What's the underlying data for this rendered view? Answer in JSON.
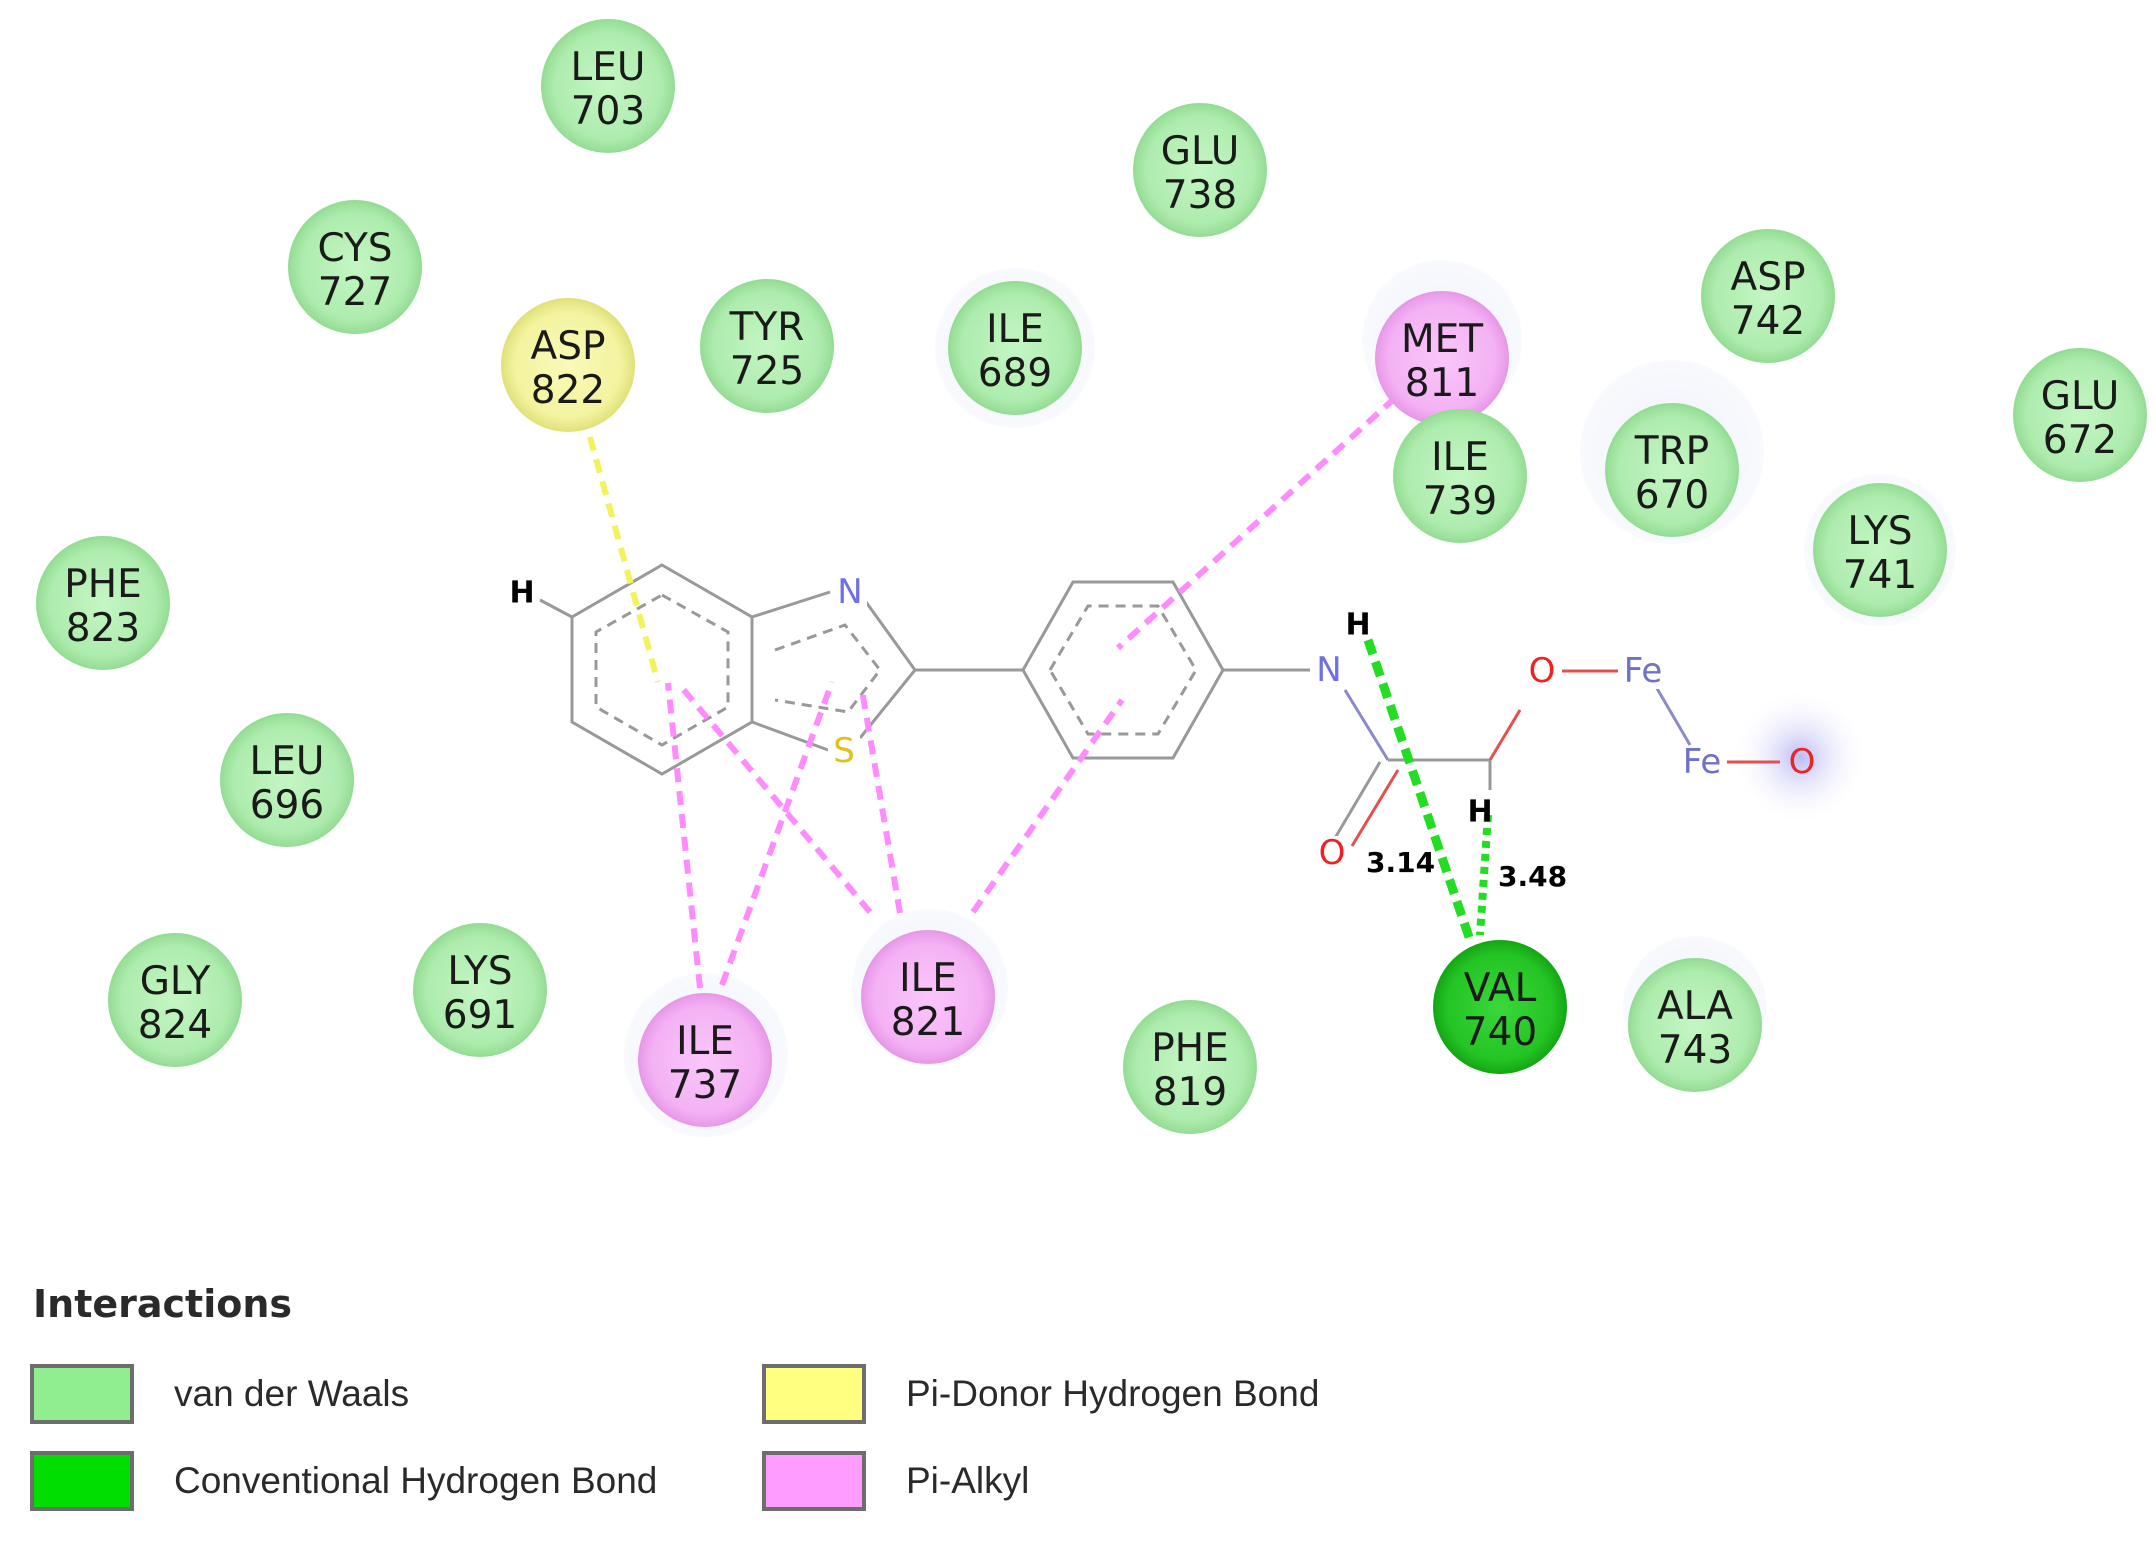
{
  "residues": [
    {
      "id": "leu703",
      "name": "LEU",
      "num": "703",
      "type": "vdw"
    },
    {
      "id": "glu738",
      "name": "GLU",
      "num": "738",
      "type": "vdw"
    },
    {
      "id": "cys727",
      "name": "CYS",
      "num": "727",
      "type": "vdw"
    },
    {
      "id": "asp822",
      "name": "ASP",
      "num": "822",
      "type": "pidonor"
    },
    {
      "id": "tyr725",
      "name": "TYR",
      "num": "725",
      "type": "vdw"
    },
    {
      "id": "ile689",
      "name": "ILE",
      "num": "689",
      "type": "vdw"
    },
    {
      "id": "met811",
      "name": "MET",
      "num": "811",
      "type": "pialkyl"
    },
    {
      "id": "asp742",
      "name": "ASP",
      "num": "742",
      "type": "vdw"
    },
    {
      "id": "glu672",
      "name": "GLU",
      "num": "672",
      "type": "vdw"
    },
    {
      "id": "ile739",
      "name": "ILE",
      "num": "739",
      "type": "vdw"
    },
    {
      "id": "trp670",
      "name": "TRP",
      "num": "670",
      "type": "vdw"
    },
    {
      "id": "lys741",
      "name": "LYS",
      "num": "741",
      "type": "vdw"
    },
    {
      "id": "phe823",
      "name": "PHE",
      "num": "823",
      "type": "vdw"
    },
    {
      "id": "leu696",
      "name": "LEU",
      "num": "696",
      "type": "vdw"
    },
    {
      "id": "gly824",
      "name": "GLY",
      "num": "824",
      "type": "vdw"
    },
    {
      "id": "lys691",
      "name": "LYS",
      "num": "691",
      "type": "vdw"
    },
    {
      "id": "ile737",
      "name": "ILE",
      "num": "737",
      "type": "pialkyl"
    },
    {
      "id": "ile821",
      "name": "ILE",
      "num": "821",
      "type": "pialkyl"
    },
    {
      "id": "phe819",
      "name": "PHE",
      "num": "819",
      "type": "vdw"
    },
    {
      "id": "val740",
      "name": "VAL",
      "num": "740",
      "type": "hbond"
    },
    {
      "id": "ala743",
      "name": "ALA",
      "num": "743",
      "type": "vdw"
    }
  ],
  "atoms": {
    "n_thiazole": "N",
    "s_thiazole": "S",
    "n_amide": "N",
    "o_carbonyl": "O",
    "o_ether": "O",
    "fe1": "Fe",
    "fe2": "Fe",
    "o_terminal": "O",
    "h_ring": "H",
    "h_amide": "H",
    "h_alpha": "H"
  },
  "distances": {
    "d1": "3.14",
    "d2": "3.48"
  },
  "legend": {
    "title": "Interactions",
    "items": [
      {
        "label": "van der Waals",
        "color": "#90ee90"
      },
      {
        "label": "Pi-Donor Hydrogen Bond",
        "color": "#ffff80"
      },
      {
        "label": "Conventional Hydrogen Bond",
        "color": "#00dd00"
      },
      {
        "label": "Pi-Alkyl",
        "color": "#ff9cff"
      }
    ]
  },
  "colors": {
    "vdw_fill": "#b6f0b6",
    "vdw_edge": "#94dd94",
    "hbond_fill": "#22cc22",
    "hbond_edge": "#11aa11",
    "pialkyl_fill": "#f7b8f7",
    "pialkyl_edge": "#e898e8",
    "pidonor_fill": "#f6f6a6",
    "pidonor_edge": "#e2e27a",
    "pialkyl_line": "#ff8cff",
    "pidonor_line": "#f2f25a",
    "hbond_line": "#22dd22",
    "bond": "#999999",
    "nitrogen": "#6f6fe6",
    "oxygen": "#ee2222",
    "iron": "#7070c8",
    "sulfur": "#e0c020"
  }
}
